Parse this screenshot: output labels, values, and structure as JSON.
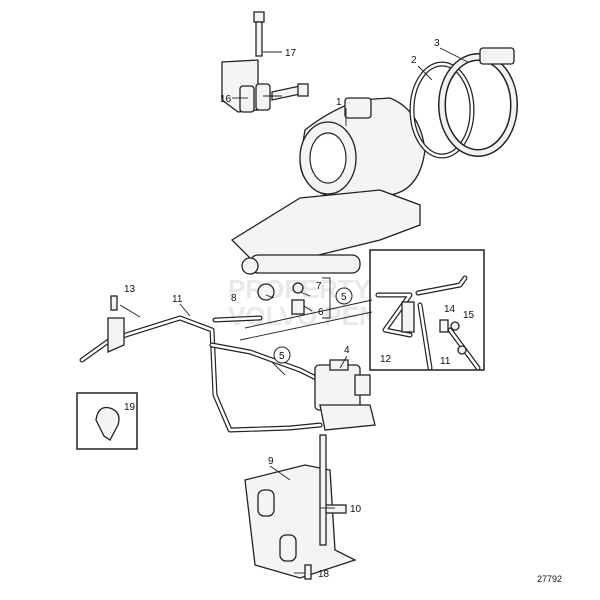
{
  "diagram": {
    "drawing_number": "27792",
    "watermark": [
      "PROPERTY OF",
      "VOLVO PENTA"
    ],
    "callouts": {
      "c1": "1",
      "c2": "2",
      "c3": "3",
      "c4": "4",
      "c5a": "5",
      "c5b": "5",
      "c6": "6",
      "c7": "7",
      "c8": "8",
      "c9": "9",
      "c10": "10",
      "c11a": "11",
      "c11b": "11",
      "c12": "12",
      "c13": "13",
      "c14": "14",
      "c15": "15",
      "c16": "16",
      "c17": "17",
      "c18": "18",
      "c19": "19"
    }
  }
}
